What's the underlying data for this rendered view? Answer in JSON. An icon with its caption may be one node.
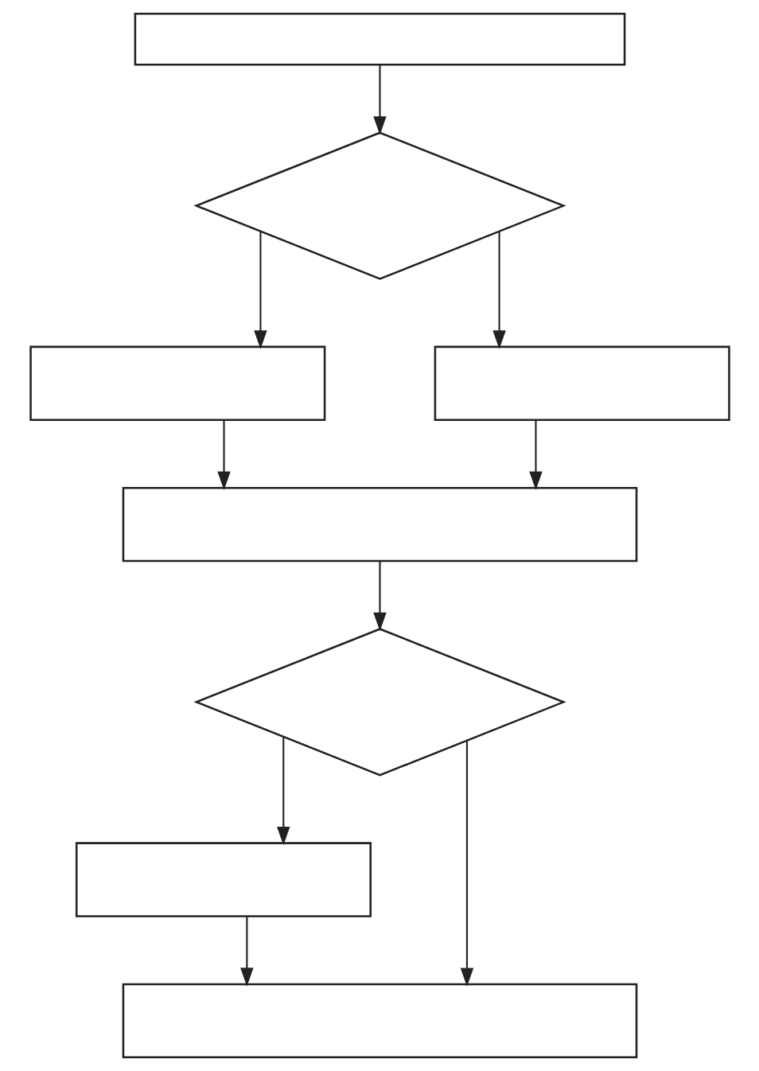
{
  "diagram": {
    "nodes": [
      {
        "text": [],
        "shape": "box"
      },
      {
        "text": [],
        "shape": "diamond"
      },
      {
        "text": [],
        "shape": "box"
      },
      {
        "text": [],
        "shape": "box"
      },
      {
        "text": [],
        "shape": "box"
      },
      {
        "text": [],
        "shape": "diamond"
      },
      {
        "text": [],
        "shape": "box"
      },
      {
        "text": [],
        "shape": "box"
      }
    ],
    "edges": [
      {
        "from": 0,
        "to": 1,
        "arrow": "to"
      },
      {
        "from": 1,
        "to": 2,
        "arrow": "to"
      },
      {
        "from": 1,
        "to": 3,
        "arrow": "to"
      },
      {
        "from": 2,
        "to": 4,
        "arrow": "to"
      },
      {
        "from": 3,
        "to": 4,
        "arrow": "to"
      },
      {
        "from": 4,
        "to": 5,
        "arrow": "to"
      },
      {
        "from": 5,
        "to": 6,
        "arrow": "to"
      },
      {
        "from": 5,
        "to": 7,
        "arrow": "to"
      },
      {
        "from": 6,
        "to": 7,
        "arrow": "to"
      }
    ]
  }
}
